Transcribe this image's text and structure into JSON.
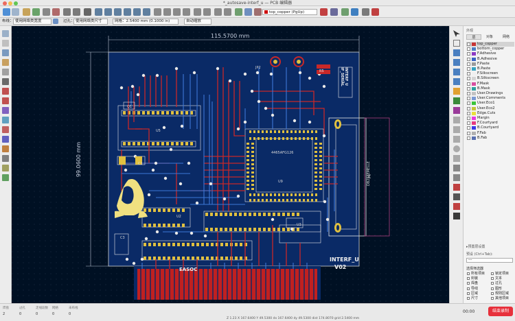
{
  "window": {
    "title": "*_autosave-interf_u — PCB 编辑器"
  },
  "toolbar": {
    "active_layer": "top_copper (PgUp)"
  },
  "toolbar2": {
    "line_label": "布线：",
    "line_value": "使用网络类宽度",
    "via_label": "过孔：",
    "via_value": "使用网络类尺寸",
    "grid_value": "网格：2.5400 mm (0.1000 in)",
    "zoom_value": "自动缩放"
  },
  "board": {
    "dim_width": "115.5700 mm",
    "dim_height": "99.0600 mm",
    "label_interf": "INTERF_U",
    "label_rev": "V02",
    "label_logo_text": "INTERF_U\nIF_SERIAL",
    "ic_main": "4465AFG126",
    "ic_ref": "U9",
    "connector_ref": "P4",
    "connector_value": "DB25FEMELLE",
    "edge_label": "EASOC",
    "cap_ref": "C1",
    "cap_ref2": "C3",
    "res_ref": "R5",
    "u_ref": "U2",
    "u_ref2": "U3",
    "u_ref3": "U5",
    "j_ref": "Q1",
    "jp_ref": "JP2"
  },
  "panel": {
    "header": "外观",
    "tabs": [
      "层",
      "对象",
      "网络"
    ],
    "layers": [
      {
        "name": "top_copper",
        "color": "#c83434",
        "active": true
      },
      {
        "name": "bottom_copper",
        "color": "#4d7fc4",
        "active": false
      },
      {
        "name": "F.Adhesive",
        "color": "#8c3ac4",
        "active": false
      },
      {
        "name": "B.Adhesive",
        "color": "#3a64c4",
        "active": false
      },
      {
        "name": "F.Paste",
        "color": "#9a9a9a",
        "active": false
      },
      {
        "name": "B.Paste",
        "color": "#36a4c2",
        "active": false
      },
      {
        "name": "F.Silkscreen",
        "color": "#f0f0f0",
        "active": false
      },
      {
        "name": "B.Silkscreen",
        "color": "#d4d4d4",
        "active": false
      },
      {
        "name": "F.Mask",
        "color": "#d84ea0",
        "active": false
      },
      {
        "name": "B.Mask",
        "color": "#2ea0a0",
        "active": false
      },
      {
        "name": "User.Drawings",
        "color": "#c2c2c2",
        "active": false
      },
      {
        "name": "User.Comments",
        "color": "#7a9ad4",
        "active": false
      },
      {
        "name": "User.Eco1",
        "color": "#3ac43a",
        "active": false
      },
      {
        "name": "User.Eco2",
        "color": "#c4c43a",
        "active": false
      },
      {
        "name": "Edge.Cuts",
        "color": "#e8e03a",
        "active": false
      },
      {
        "name": "Margin",
        "color": "#e83ae0",
        "active": false
      },
      {
        "name": "F.Courtyard",
        "color": "#e83a80",
        "active": false
      },
      {
        "name": "B.Courtyard",
        "color": "#3a3ae8",
        "active": false
      },
      {
        "name": "F.Fab",
        "color": "#b0b0b0",
        "active": false
      },
      {
        "name": "B.Fab",
        "color": "#5870b0",
        "active": false
      }
    ],
    "presets_title": "▸预置层设置",
    "presets_label": "预设 (Ctrl+Tab):",
    "presets_value": "---",
    "filter_title": "选择筛选器",
    "filters": [
      {
        "label": "所有项目",
        "col": 0
      },
      {
        "label": "锁定项目",
        "col": 1
      },
      {
        "label": "封装",
        "col": 0
      },
      {
        "label": "文本",
        "col": 1
      },
      {
        "label": "焊盘",
        "col": 0
      },
      {
        "label": "过孔",
        "col": 1
      },
      {
        "label": "导线",
        "col": 0
      },
      {
        "label": "图形",
        "col": 1
      },
      {
        "label": "区域",
        "col": 0
      },
      {
        "label": "规则区域",
        "col": 1
      },
      {
        "label": "尺寸",
        "col": 0
      },
      {
        "label": "其他项目",
        "col": 1
      }
    ]
  },
  "status": {
    "items": [
      {
        "label": "焊盘",
        "value": "2"
      },
      {
        "label": "过孔",
        "value": "0"
      },
      {
        "label": "走线段数",
        "value": "0"
      },
      {
        "label": "网络",
        "value": "0"
      },
      {
        "label": "未布线",
        "value": "0"
      }
    ],
    "coords": "Z 1.23        X 167.6400  Y 49.5300        dx 167.6400  dy 49.5300  dist 174.8070        grid 2.5400        mm",
    "rec_time": "00:00",
    "rec_button": "结束录制"
  }
}
